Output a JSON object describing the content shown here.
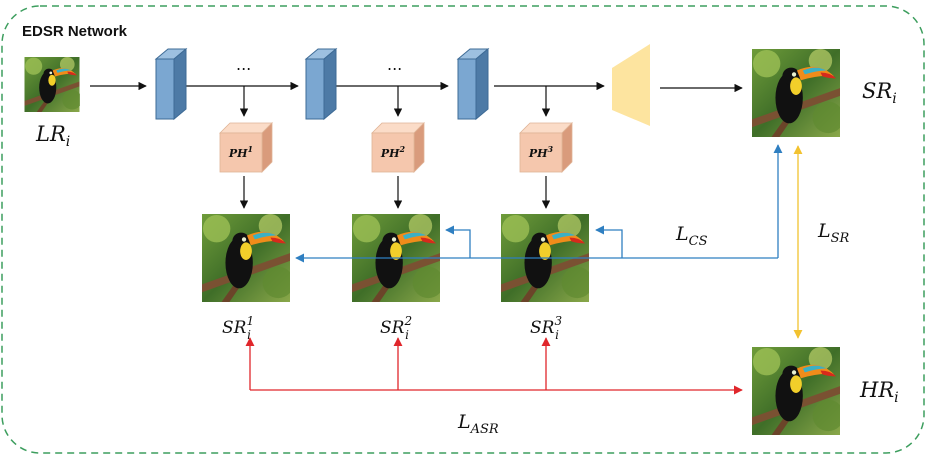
{
  "title": "EDSR Network",
  "dots": "...",
  "input_label": {
    "base": "LR",
    "sub": "i"
  },
  "output_label": {
    "base": "SR",
    "sub": "i"
  },
  "hr_label": {
    "base": "HR",
    "sub": "i"
  },
  "heads": [
    {
      "base": "PH",
      "sup": "1"
    },
    {
      "base": "PH",
      "sup": "2"
    },
    {
      "base": "PH",
      "sup": "3"
    }
  ],
  "intermediate": [
    {
      "base": "SR",
      "sub": "i",
      "sup": "1"
    },
    {
      "base": "SR",
      "sub": "i",
      "sup": "2"
    },
    {
      "base": "SR",
      "sub": "i",
      "sup": "3"
    }
  ],
  "losses": {
    "cs": {
      "base": "L",
      "sub": "CS"
    },
    "sr": {
      "base": "L",
      "sub": "SR"
    },
    "asr": {
      "base": "L",
      "sub": "ASR"
    }
  },
  "colors": {
    "border": "#3d9e5e",
    "block": "#7ba7d1",
    "block_dark": "#4d7aa6",
    "head": "#f5c7ad",
    "head_dark": "#d99b7c",
    "upsampler": "#fde49f",
    "blue_arrow": "#2f7fc1",
    "red_arrow": "#e0262b",
    "yellow_arrow": "#f2c230"
  },
  "icons": [
    "toucan-image"
  ]
}
